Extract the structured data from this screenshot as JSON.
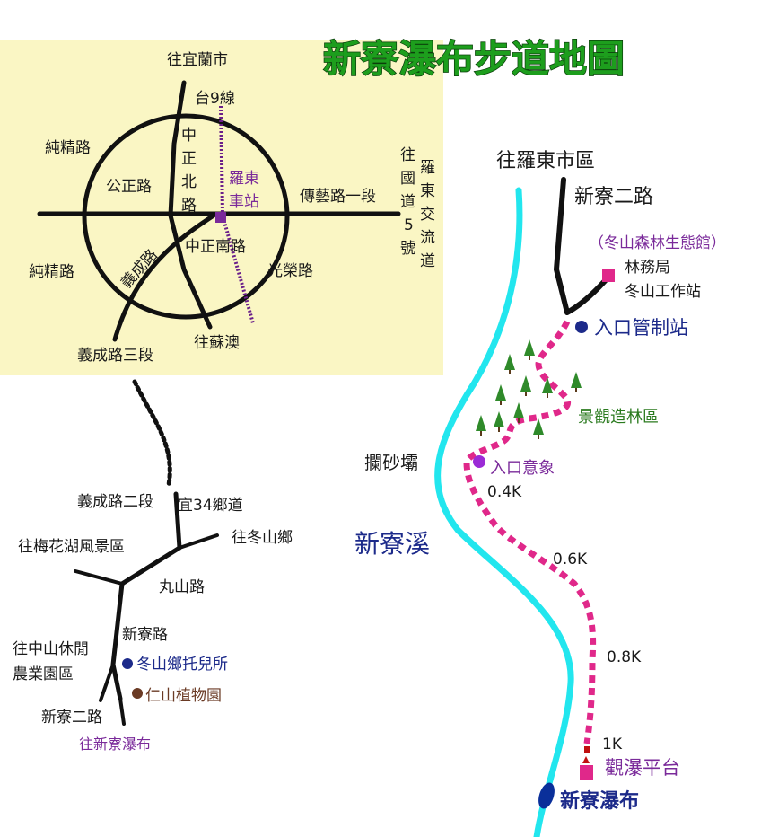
{
  "title": "新寮瀑布步道地圖",
  "inset": {
    "to_yilan": "往宜蘭市",
    "route9": "台9線",
    "zhongzheng_north": [
      "中",
      "正",
      "北",
      "路"
    ],
    "chunjing_top": "純精路",
    "gongzheng": "公正路",
    "station": [
      "羅東",
      "車站"
    ],
    "chuanyi": "傳藝路一段",
    "freeway5": [
      "往",
      "國",
      "道",
      "5",
      "號"
    ],
    "luodong_interchange": [
      "羅",
      "東",
      "交",
      "流",
      "道"
    ],
    "yicheng": "義成路",
    "zhongzheng_south": "中正南路",
    "chunjing_bottom": "純精路",
    "guangrong": "光榮路",
    "to_suao": "往蘇澳",
    "yicheng3": "義成路三段"
  },
  "left_route": {
    "yicheng2": "義成路二段",
    "yi34": "宜34鄉道",
    "to_dongshan": "往冬山鄉",
    "to_meihua": "往梅花湖風景區",
    "wanshan": "丸山路",
    "xinliao_rd": "新寮路",
    "to_zhongshan": [
      "往中山休閒",
      "農業園區"
    ],
    "daycare": "冬山鄉托兒所",
    "renshan": "仁山植物園",
    "xinliao2": "新寮二路",
    "to_falls": "往新寮瀑布"
  },
  "trail": {
    "to_luodong_city": "往羅東市區",
    "xinliao2": "新寮二路",
    "ecology_hall": "（冬山森林生態館）",
    "forestry": [
      "林務局",
      "冬山工作站"
    ],
    "entrance_station": "入口管制站",
    "scenic_forest": "景觀造林區",
    "sand_dam": "攔砂壩",
    "entrance_sign": "入口意象",
    "km04": "0.4K",
    "creek": "新寮溪",
    "km06": "0.6K",
    "km08": "0.8K",
    "km1": "1K",
    "viewing_platform": "觀瀑平台",
    "waterfall": "新寮瀑布"
  },
  "colors": {
    "inset_bg": "#faf6c4",
    "road": "#111111",
    "trail": "#e0288a",
    "creek": "#22e6ee",
    "title_green": "#1d9e1d",
    "purple_poi": "#7a2a9a",
    "navy_poi": "#1c2a8a",
    "tree": "#2f8a2a",
    "waterfall": "#0a2f9a"
  },
  "icons": {
    "station_marker": "square-marker-icon",
    "entrance_marker": "circle-marker-icon",
    "forestry_marker": "square-marker-icon",
    "platform_marker": "square-marker-icon",
    "tree": "tree-icon",
    "waterfall": "waterfall-icon"
  }
}
